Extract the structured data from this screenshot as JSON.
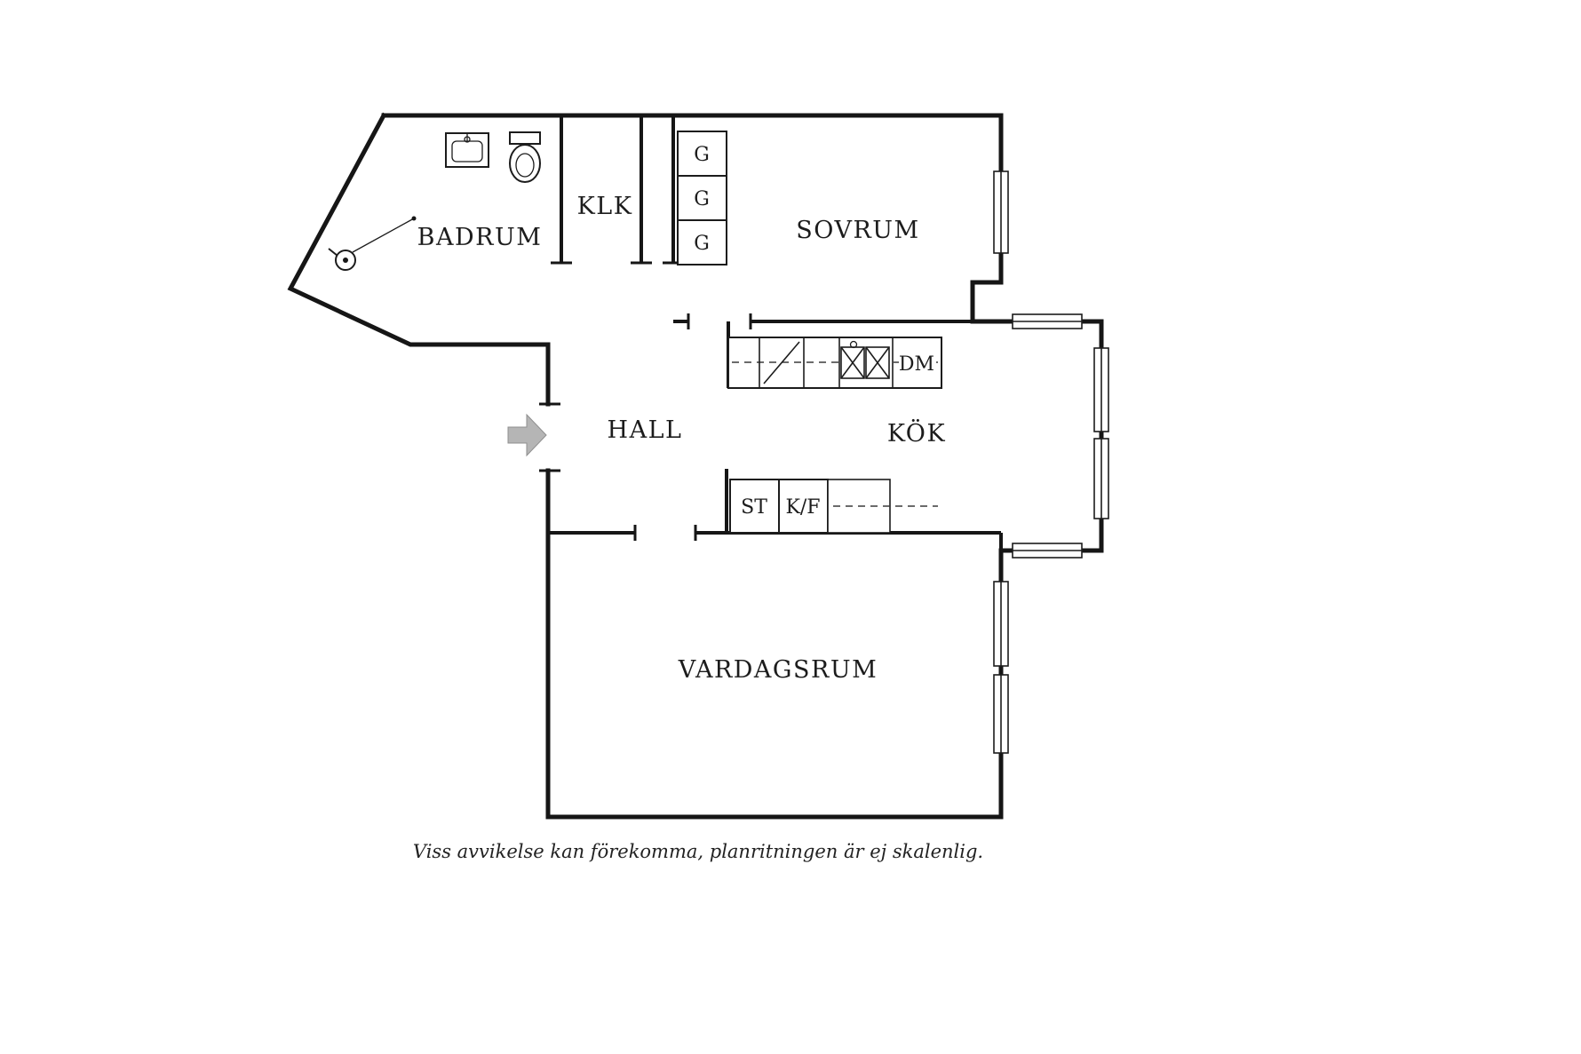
{
  "title": "Apartment floor plan",
  "colors": {
    "background": "#ffffff",
    "wall": "#161616",
    "entry_arrow": "#b5b5b5"
  },
  "rooms": {
    "badrum": {
      "label": "BADRUM"
    },
    "klk": {
      "label": "KLK"
    },
    "sovrum": {
      "label": "SOVRUM"
    },
    "hall": {
      "label": "HALL"
    },
    "kok": {
      "label": "KÖK"
    },
    "vardagsrum": {
      "label": "VARDAGSRUM"
    }
  },
  "fixtures": {
    "wardrobes": [
      {
        "label": "G"
      },
      {
        "label": "G"
      },
      {
        "label": "G"
      }
    ],
    "dishwasher": {
      "label": "DM"
    },
    "pantry": {
      "label": "ST"
    },
    "fridge_freezer": {
      "label": "K/F"
    }
  },
  "footer": {
    "disclaimer": "Viss avvikelse kan förekomma, planritningen är ej skalenlig."
  }
}
